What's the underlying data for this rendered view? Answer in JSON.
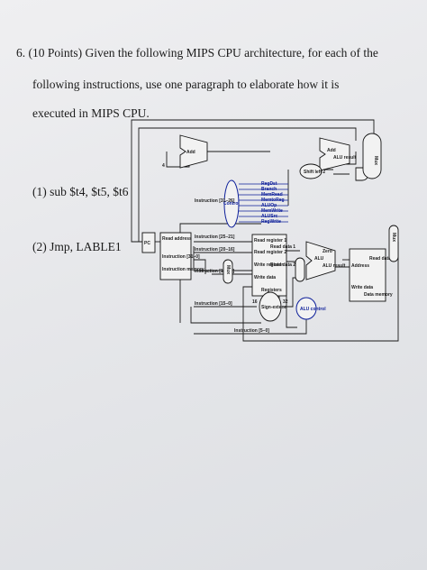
{
  "question": {
    "line1": "6. (10 Points) Given the following MIPS CPU architecture, for each of the",
    "line2": "following instructions, use one paragraph to elaborate how it is",
    "line3": "executed in MIPS CPU."
  },
  "items": {
    "sub": "(1) sub $t4, $t5, $t6",
    "jmp": "(2) Jmp, LABLE1"
  },
  "diagram": {
    "add_top": "Add",
    "add_alu": "Add",
    "alu_result": "ALU result",
    "shift_left": "Shift left 2",
    "four": "4",
    "mux": "Mux",
    "control": "Control",
    "control_signals": [
      "RegDst",
      "Branch",
      "MemRead",
      "MemtoReg",
      "ALUOp",
      "MemWrite",
      "ALUSrc",
      "RegWrite"
    ],
    "instr_31_26": "Instruction [31–26]",
    "instr_25_21": "Instruction [25–21]",
    "instr_20_16": "Instruction [20–16]",
    "instr_15_11": "Instruction [15–11]",
    "instr_15_0": "Instruction [15–0]",
    "instr_5_0": "Instruction [5–0]",
    "pc": "PC",
    "read_address": "Read address",
    "instruction": "Instruction [31–0]",
    "instruction_memory": "Instruction memory",
    "read_register_1": "Read register 1",
    "read_register_2": "Read register 2",
    "write_register": "Write register",
    "write_data": "Write data",
    "read_data_1": "Read data 1",
    "read_data_2": "Read data 2",
    "registers": "Registers",
    "zero": "Zero",
    "alu": "ALU",
    "alu_alu_result": "ALU result",
    "address": "Address",
    "read_data": "Read data",
    "write_data_mem": "Write data",
    "data_memory": "Data memory",
    "sign_extend": "Sign-extend",
    "sixteen": "16",
    "thirtytwo": "32",
    "alu_control": "ALU control"
  }
}
